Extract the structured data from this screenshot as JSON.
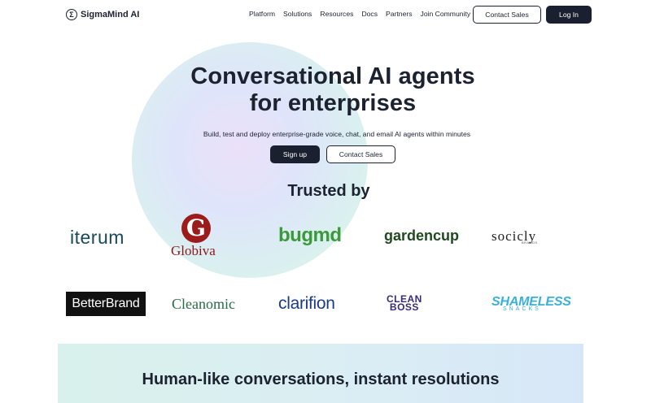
{
  "nav": {
    "brand": "SigmaMind AI",
    "brand_icon": "Σ",
    "links": [
      "Platform",
      "Solutions",
      "Resources",
      "Docs",
      "Partners",
      "Join Community"
    ],
    "contact_label": "Contact Sales",
    "login_label": "Log In"
  },
  "hero": {
    "title_line1": "Conversational AI agents",
    "title_line2": "for enterprises",
    "subtitle": "Build, test and deploy enterprise-grade voice, chat, and email AI agents within minutes",
    "signup_label": "Sign up",
    "contact_label": "Contact Sales"
  },
  "trusted": {
    "heading": "Trusted by",
    "logos": {
      "iterum": "iterum",
      "globiva_mark": "G",
      "globiva": "Globiva",
      "bugmd": "bugmd",
      "gardencup": "gardencup",
      "socicly": "socicly",
      "socicly_sub": "BRANDS",
      "betterbrand": "BetterBrand",
      "cleanomic": "Cleanomic",
      "clarifion": "clarifion",
      "cleanboss_1": "CLEAN",
      "cleanboss_2": "BOSS",
      "shameless": "SHAMELESS",
      "shameless_sub": "SNACKS"
    }
  },
  "section2": {
    "heading": "Human-like conversations, instant resolutions"
  },
  "colors": {
    "primary_dark": "#1b2030",
    "band_start": "#d9f1ec",
    "band_end": "#d7e7f8"
  }
}
